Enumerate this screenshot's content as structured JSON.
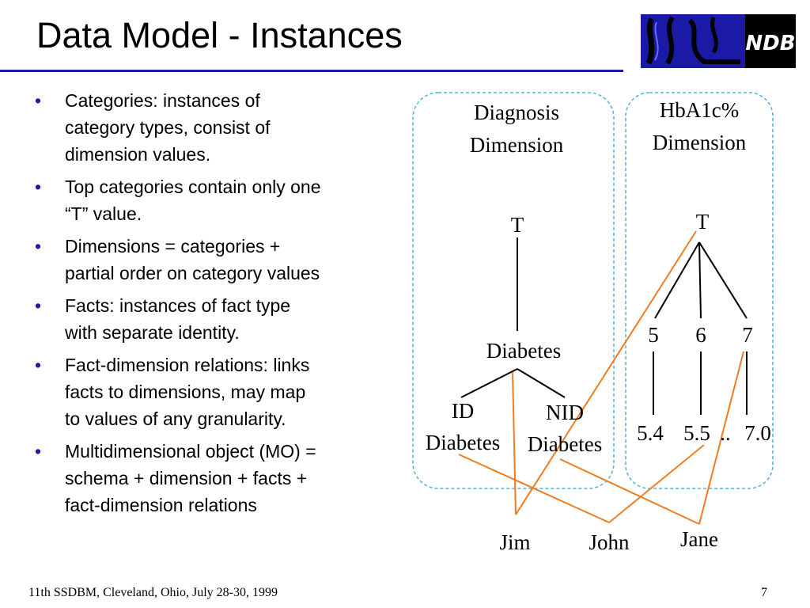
{
  "slide": {
    "title": "Data Model - Instances",
    "logo_text": "NDB",
    "footer": "11th SSDBM, Cleveland, Ohio, July 28-30, 1999",
    "page_number": "7",
    "bullets": [
      {
        "line1": "Categories: instances of",
        "line2": "category types, consist of",
        "line3": "dimension values."
      },
      {
        "line1": "Top categories contain only one",
        "line2": "“T” value.",
        "line3": ""
      },
      {
        "line1": "Dimensions = categories +",
        "line2": "partial order on category values",
        "line3": ""
      },
      {
        "line1": "Facts: instances of fact type",
        "line2": "with separate identity.",
        "line3": ""
      },
      {
        "line1": "Fact-dimension relations: links",
        "line2": "facts to dimensions, may map",
        "line3": "to values of any granularity."
      },
      {
        "line1": "Multidimensional object (MO) =",
        "line2": "schema + dimension + facts +",
        "line3": "fact-dimension relations"
      }
    ]
  },
  "diagnosis": {
    "title_line1": "Diagnosis",
    "title_line2": "Dimension",
    "top": "T",
    "diabetes": "Diabetes",
    "id_line1": "ID",
    "id_line2": "Diabetes",
    "nid_line1": "NID",
    "nid_line2": "Diabetes"
  },
  "hba1c": {
    "title_line1": "HbA1c%",
    "title_line2": "Dimension",
    "top": "T",
    "v5": "5",
    "v6": "6",
    "v7": "7",
    "v54": "5.4",
    "v55": "5.5",
    "dots": "..",
    "v70": "7.0"
  },
  "facts": {
    "jim": "Jim",
    "john": "John",
    "jane": "Jane"
  },
  "colors": {
    "accent": "#1a1aa6",
    "dashed_border": "#4fb3d9",
    "fact_link": "#f07c22",
    "logo_bg": "#1a1aa6"
  }
}
